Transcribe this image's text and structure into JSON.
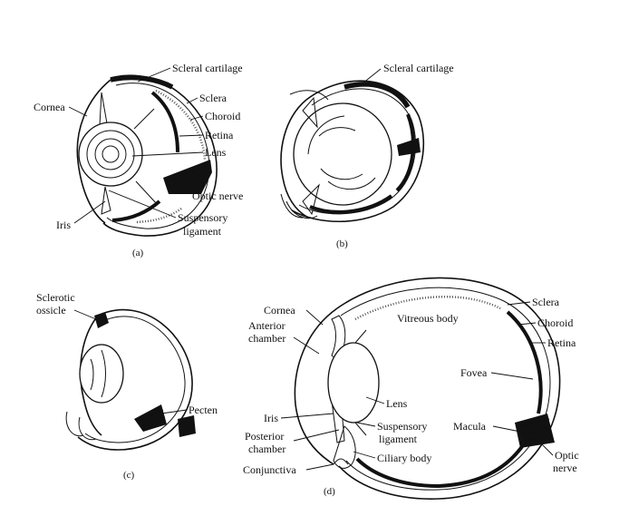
{
  "panels": {
    "a": {
      "caption": "(a)",
      "labels": {
        "scleral_cartilage": "Scleral cartilage",
        "cornea": "Cornea",
        "sclera": "Sclera",
        "choroid": "Choroid",
        "retina": "Retina",
        "lens": "Lens",
        "optic_nerve": "Optic nerve",
        "iris": "Iris",
        "suspensory_1": "Suspensory",
        "suspensory_2": "ligament"
      }
    },
    "b": {
      "caption": "(b)",
      "labels": {
        "scleral_cartilage": "Scleral cartilage"
      }
    },
    "c": {
      "caption": "(c)",
      "labels": {
        "sclerotic_1": "Sclerotic",
        "sclerotic_2": "ossicle",
        "pecten": "Pecten"
      }
    },
    "d": {
      "caption": "(d)",
      "labels": {
        "cornea": "Cornea",
        "anterior_1": "Anterior",
        "anterior_2": "chamber",
        "vitreous_body": "Vitreous body",
        "sclera": "Sclera",
        "choroid": "Choroid",
        "retina": "Retina",
        "fovea": "Fovea",
        "lens": "Lens",
        "iris": "Iris",
        "suspensory_1": "Suspensory",
        "suspensory_2": "ligament",
        "posterior_1": "Posterior",
        "posterior_2": "chamber",
        "macula": "Macula",
        "optic_1": "Optic",
        "optic_2": "nerve",
        "ciliary_body": "Ciliary body",
        "conjunctiva": "Conjunctiva"
      }
    }
  }
}
